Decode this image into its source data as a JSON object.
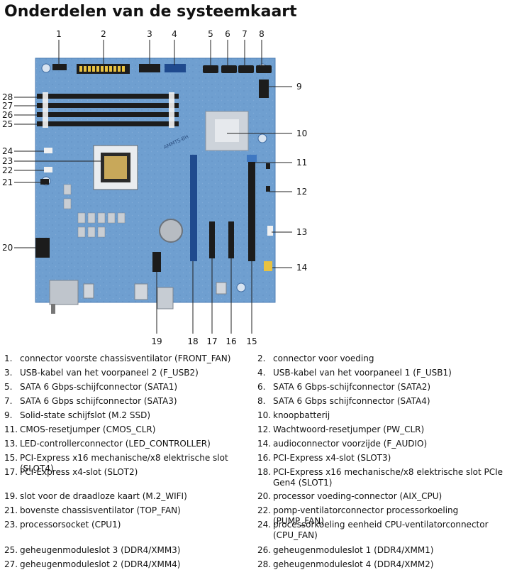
{
  "page_title": "Onderdelen van de systeemkaart",
  "callouts": [
    "1",
    "2",
    "3",
    "4",
    "5",
    "6",
    "7",
    "8",
    "9",
    "10",
    "11",
    "12",
    "13",
    "14",
    "15",
    "16",
    "17",
    "18",
    "19",
    "20",
    "21",
    "22",
    "23",
    "24",
    "25",
    "26",
    "27",
    "28"
  ],
  "board_marking": "AMMTS-BH",
  "legend": [
    {
      "num": "1.",
      "text": "connector voorste chassisventilator (FRONT_FAN)"
    },
    {
      "num": "2.",
      "text": "connector voor voeding"
    },
    {
      "num": "3.",
      "text": "USB-kabel van het voorpaneel 2 (F_USB2)"
    },
    {
      "num": "4.",
      "text": "USB-kabel van het voorpaneel 1 (F_USB1)"
    },
    {
      "num": "5.",
      "text": "SATA 6 Gbps-schijfconnector (SATA1)"
    },
    {
      "num": "6.",
      "text": "SATA 6 Gbps-schijfconnector (SATA2)"
    },
    {
      "num": "7.",
      "text": "SATA 6 Gbps schijfconnector (SATA3)"
    },
    {
      "num": "8.",
      "text": "SATA 6 Gbps schijfconnector (SATA4)"
    },
    {
      "num": "9.",
      "text": "Solid-state schijfslot (M.2 SSD)"
    },
    {
      "num": "10.",
      "text": "knoopbatterij"
    },
    {
      "num": "11.",
      "text": "CMOS-resetjumper (CMOS_CLR)"
    },
    {
      "num": "12.",
      "text": "Wachtwoord-resetjumper (PW_CLR)"
    },
    {
      "num": "13.",
      "text": "LED-controllerconnector (LED_CONTROLLER)"
    },
    {
      "num": "14.",
      "text": "audioconnector voorzijde (F_AUDIO)"
    },
    {
      "num": "15.",
      "text": "PCI-Express x16 mechanische/x8 elektrische slot (SLOT4)"
    },
    {
      "num": "16.",
      "text": "PCI-Express x4-slot (SLOT3)"
    },
    {
      "num": "17.",
      "text": "PCI-Express x4-slot (SLOT2)"
    },
    {
      "num": "18.",
      "text": "PCI-Express x16 mechanische/x8 elektrische slot PCIe Gen4 (SLOT1)"
    },
    {
      "num": "19.",
      "text": "slot voor de draadloze kaart (M.2_WIFI)"
    },
    {
      "num": "20.",
      "text": "processor voeding-connector (AIX_CPU)"
    },
    {
      "num": "21.",
      "text": "bovenste chassisventilator (TOP_FAN)"
    },
    {
      "num": "22.",
      "text": "pomp-ventilatorconnector processorkoeling (PUMP_FAN)"
    },
    {
      "num": "23.",
      "text": "processorsocket (CPU1)"
    },
    {
      "num": "24.",
      "text": "processorkoeling eenheid CPU-ventilatorconnector (CPU_FAN)"
    },
    {
      "num": "25.",
      "text": "geheugenmoduleslot 3 (DDR4/XMM3)"
    },
    {
      "num": "26.",
      "text": "geheugenmoduleslot 1 (DDR4/XMM1)"
    },
    {
      "num": "27.",
      "text": "geheugenmoduleslot 2 (DDR4/XMM4)"
    },
    {
      "num": "28.",
      "text": "geheugenmoduleslot 4 (DDR4/XMM2)"
    }
  ],
  "colors": {
    "board": "#6f9fd0",
    "board_dark": "#4f7fb4",
    "connector_black": "#1c1c1c",
    "slot_blue": "#1f4a8e",
    "metal": "#b8bec6",
    "leader": "#222222"
  }
}
